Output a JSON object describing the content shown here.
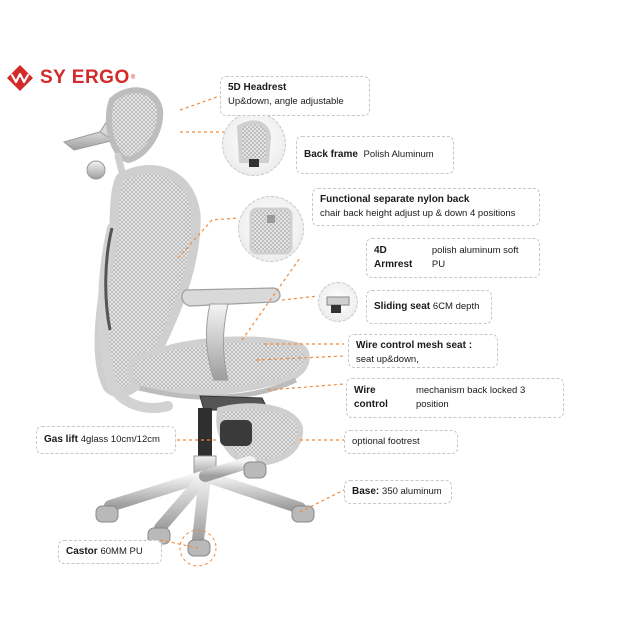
{
  "brand": {
    "name": "SY ERGO",
    "reg": "®"
  },
  "callouts": {
    "headrest": {
      "title": "5D Headrest",
      "desc": "Up&down, angle adjustable"
    },
    "back_frame": {
      "title": "Back frame",
      "desc": "Polish Aluminum"
    },
    "nylon_back": {
      "title": "Functional separate nylon back",
      "desc": "chair back height adjust  up & down 4 positions"
    },
    "armrest": {
      "title": "4D Armrest",
      "desc": "polish aluminum soft PU"
    },
    "sliding_seat": {
      "title": "Sliding seat",
      "desc": "6CM depth"
    },
    "mesh_seat": {
      "title": "Wire control mesh seat :",
      "desc": "seat up&down,"
    },
    "wire_control": {
      "title": "Wire control",
      "desc": "mechanism back locked 3 position"
    },
    "gas_lift": {
      "title": "Gas lift",
      "desc": "4glass 10cm/12cm"
    },
    "footrest": {
      "title": "",
      "desc": "optional footrest"
    },
    "base": {
      "title": "Base:",
      "desc": "350 aluminum"
    },
    "castor": {
      "title": "Castor",
      "desc": "60MM PU"
    }
  },
  "colors": {
    "brand_red": "#d42a2a",
    "leader_orange": "#f08a3c",
    "frame_grey": "#cfcfcf",
    "mesh_grey": "#9a9a9a"
  }
}
